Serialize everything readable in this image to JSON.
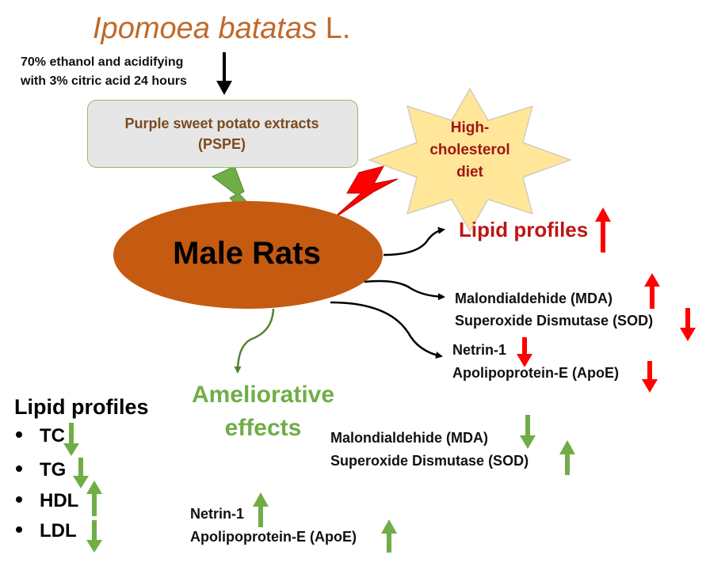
{
  "species": {
    "name": "Ipomoea batatas",
    "authority": "L."
  },
  "method": {
    "line1": "70% ethanol and acidifying",
    "line2": "with 3% citric acid 24 hours"
  },
  "extract": {
    "line1": "Purple sweet potato extracts",
    "line2": "(PSPE)"
  },
  "diet": {
    "line1": "High-",
    "line2": "cholesterol",
    "line3": "diet"
  },
  "subject": "Male Rats",
  "disease_effects": {
    "lipid_profiles": "Lipid profiles",
    "mda": "Malondialdehide (MDA)",
    "sod": "Superoxide Dismutase (SOD)",
    "netrin": "Netrin-1",
    "apoe": "Apolipoprotein-E (ApoE)"
  },
  "ameliorative": {
    "line1": "Ameliorative",
    "line2": "effects"
  },
  "treatment_effects": {
    "lipid_profiles": "Lipid profiles",
    "items": [
      "TC",
      "TG",
      "HDL",
      "LDL"
    ],
    "mda": "Malondialdehide (MDA)",
    "sod": "Superoxide Dismutase (SOD)",
    "netrin": "Netrin-1",
    "apoe": "Apolipoprotein-E (ApoE)"
  },
  "colors": {
    "up_red": "#ff0000",
    "green": "#70ad47",
    "ellipse": "#c55a11",
    "star": "#ffe699"
  }
}
